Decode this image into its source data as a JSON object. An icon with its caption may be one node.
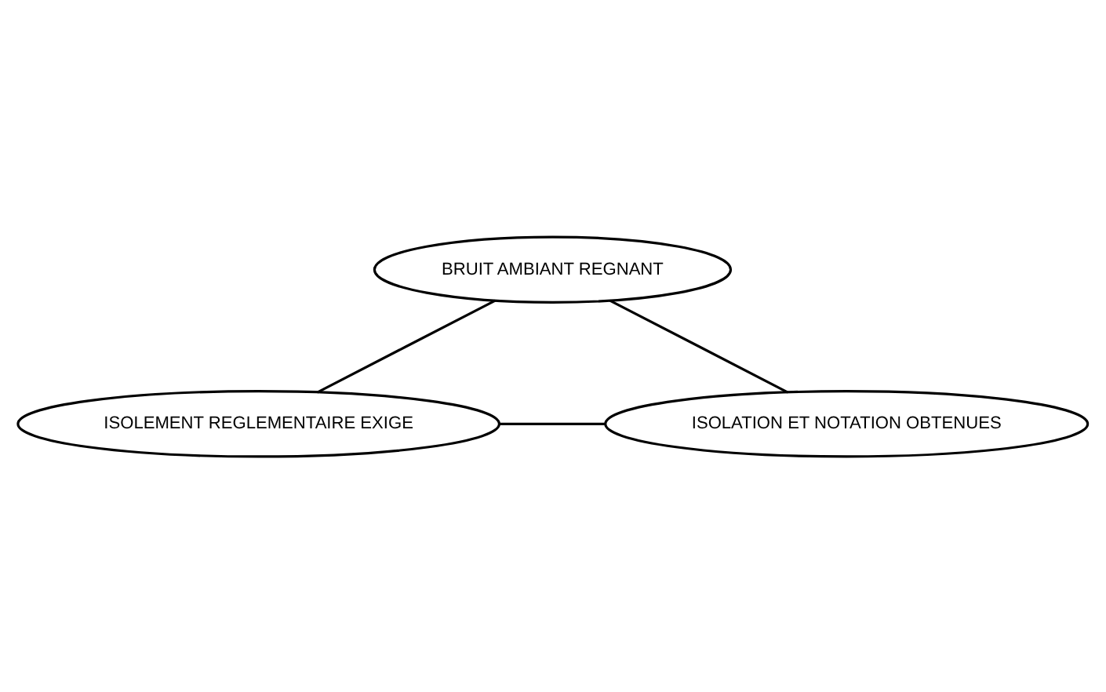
{
  "diagram": {
    "nodes": [
      {
        "text": [
          "BRUIT AMBIANT REGNANT"
        ]
      },
      {
        "text": [
          "ISOLEMENT REGLEMENTAIRE EXIGE"
        ]
      },
      {
        "text": [
          "ISOLATION ET NOTATION OBTENUES"
        ]
      }
    ],
    "edges": [
      {
        "from": 0,
        "to": 1,
        "arrow": "none"
      },
      {
        "from": 0,
        "to": 2,
        "arrow": "none"
      },
      {
        "from": 1,
        "to": 2,
        "arrow": "none"
      }
    ]
  }
}
